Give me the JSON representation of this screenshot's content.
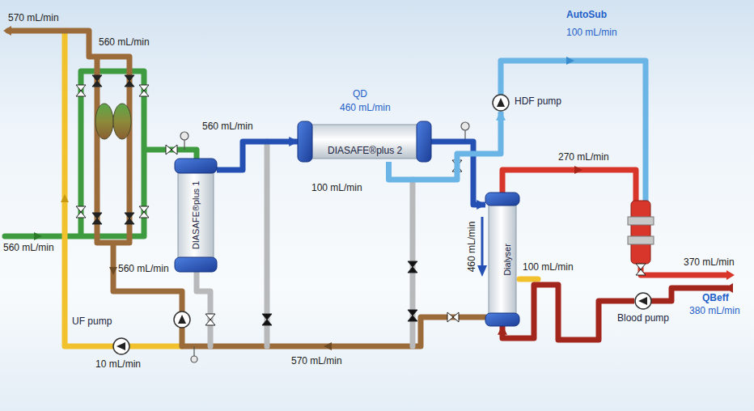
{
  "diagram": {
    "nodes": [
      {
        "text": [
          "DIASAFE®plus 1"
        ]
      },
      {
        "text": [
          "DIASAFE®plus 2"
        ]
      },
      {
        "text": [
          "HDF pump"
        ]
      },
      {
        "text": [
          "Dialyser"
        ]
      },
      {
        "text": [
          "UF pump"
        ]
      },
      {
        "text": [
          "Blood pump"
        ]
      }
    ],
    "edges": [
      {
        "from": 0,
        "to": 1,
        "arrow": "to"
      },
      {
        "from": 1,
        "to": 3,
        "arrow": "to"
      },
      {
        "from": 1,
        "to": 2,
        "arrow": "to"
      },
      {
        "from": 5,
        "to": 3,
        "arrow": "to"
      }
    ],
    "labels": [
      "570 mL/min",
      "560 mL/min",
      "560 mL/min",
      "QD",
      "460 mL/min",
      "AutoSub",
      "100 mL/min",
      "100 mL/min",
      "270 mL/min",
      "370 mL/min",
      "460 mL/min",
      "100 mL/min",
      "560 mL/min",
      "560 mL/min",
      "10 mL/min",
      "570 mL/min",
      "QBeff",
      "380 mL/min"
    ]
  }
}
